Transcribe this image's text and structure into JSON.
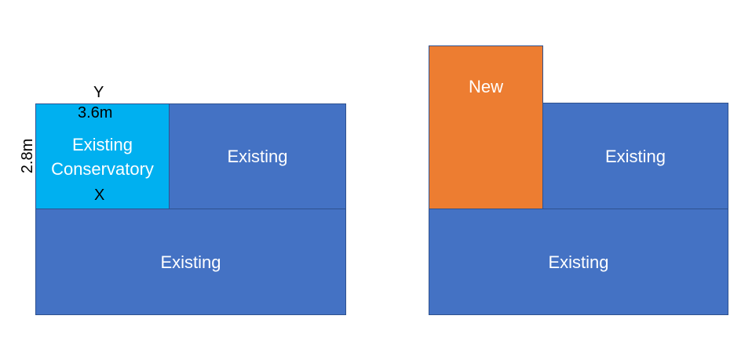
{
  "left_diagram": {
    "conservatory": {
      "label_line1": "Existing",
      "label_line2": "Conservatory"
    },
    "existing_right": {
      "label": "Existing"
    },
    "existing_bottom": {
      "label": "Existing"
    },
    "dimensions": {
      "corner_top": "Y",
      "corner_bottom": "X",
      "width": "3.6m",
      "depth": "2.8m"
    }
  },
  "right_diagram": {
    "new": {
      "label": "New"
    },
    "existing_right": {
      "label": "Existing"
    },
    "existing_bottom": {
      "label": "Existing"
    }
  },
  "colors": {
    "existing": "#4472c4",
    "conservatory": "#00b0f0",
    "new": "#ed7d31",
    "outline": "#2f528f"
  }
}
